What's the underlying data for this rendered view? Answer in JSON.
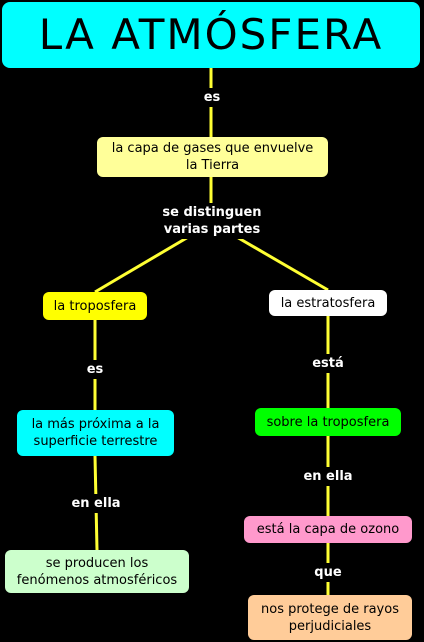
{
  "title": {
    "text": "LA ATMÓSFERA",
    "color": "#00ffff"
  },
  "line_color": "#ffff33",
  "nodes": {
    "capa": {
      "text": "la capa de gases que envuelve la Tierra",
      "color": "#ffff99"
    },
    "troposfera": {
      "text": "la troposfera",
      "color": "#ffff00"
    },
    "estratosfera": {
      "text": "la estratosfera",
      "color": "#ffffff"
    },
    "mas_proxima": {
      "text": "la más próxima a la superficie terrestre",
      "color": "#00ffff"
    },
    "sobre": {
      "text": "sobre la troposfera",
      "color": "#00ff00"
    },
    "fenomenos": {
      "text": "se producen los fenómenos atmosféricos",
      "color": "#ccffcc"
    },
    "ozono": {
      "text": "está la capa de ozono",
      "color": "#ff99cc"
    },
    "protege": {
      "text": "nos protege de rayos perjudiciales",
      "color": "#ffcc99"
    }
  },
  "links": {
    "es_1": "es",
    "se_distinguen": "se distinguen varias partes",
    "es_2": "es",
    "esta": "está",
    "en_ella_1": "en ella",
    "en_ella_2": "en ella",
    "que": "que"
  }
}
